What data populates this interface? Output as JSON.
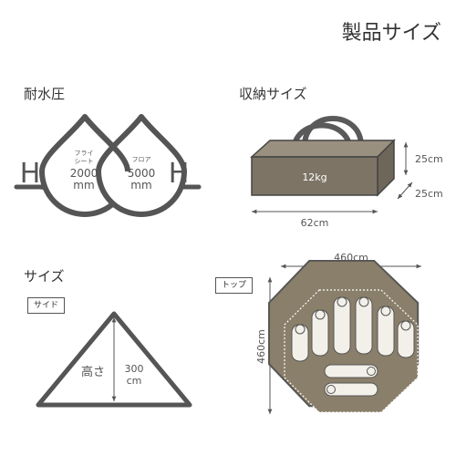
{
  "title": "製品サイズ",
  "water": {
    "heading": "耐水圧",
    "left_letter": "H",
    "right_letter": "H",
    "fly_label_l1": "フライ",
    "fly_label_l2": "シート",
    "fly_value": "2000",
    "fly_unit": "mm",
    "floor_label": "フロア",
    "floor_value": "5000",
    "floor_unit": "mm"
  },
  "storage": {
    "heading": "収納サイズ",
    "weight": "12kg",
    "height": "25cm",
    "depth": "25cm",
    "width": "62cm"
  },
  "size": {
    "heading": "サイズ",
    "side_label": "サイド",
    "height_label": "高さ",
    "height_value": "300",
    "height_unit": "cm",
    "top_label": "トップ",
    "top_width": "460cm",
    "top_depth": "460cm"
  },
  "colors": {
    "ink": "#555555",
    "tent_fill": "#8a7f6a",
    "bag_fill": "#7d7466",
    "sleeping_bag": "#f3f0ea"
  }
}
